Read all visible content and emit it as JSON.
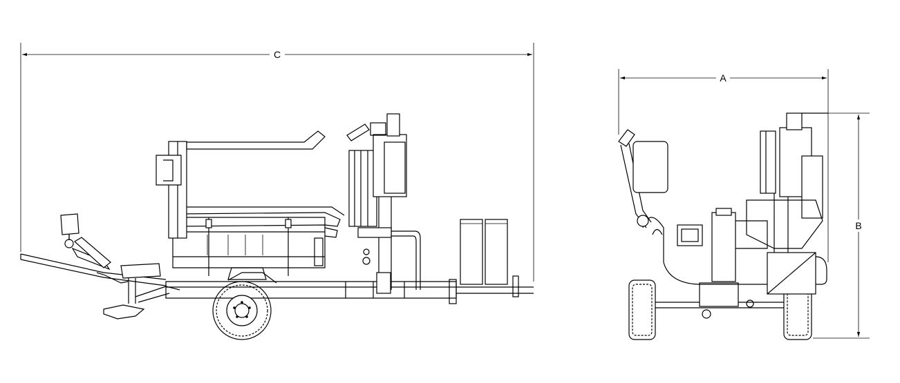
{
  "dimensions": {
    "width_label": "A",
    "height_label": "B",
    "length_label": "C"
  }
}
